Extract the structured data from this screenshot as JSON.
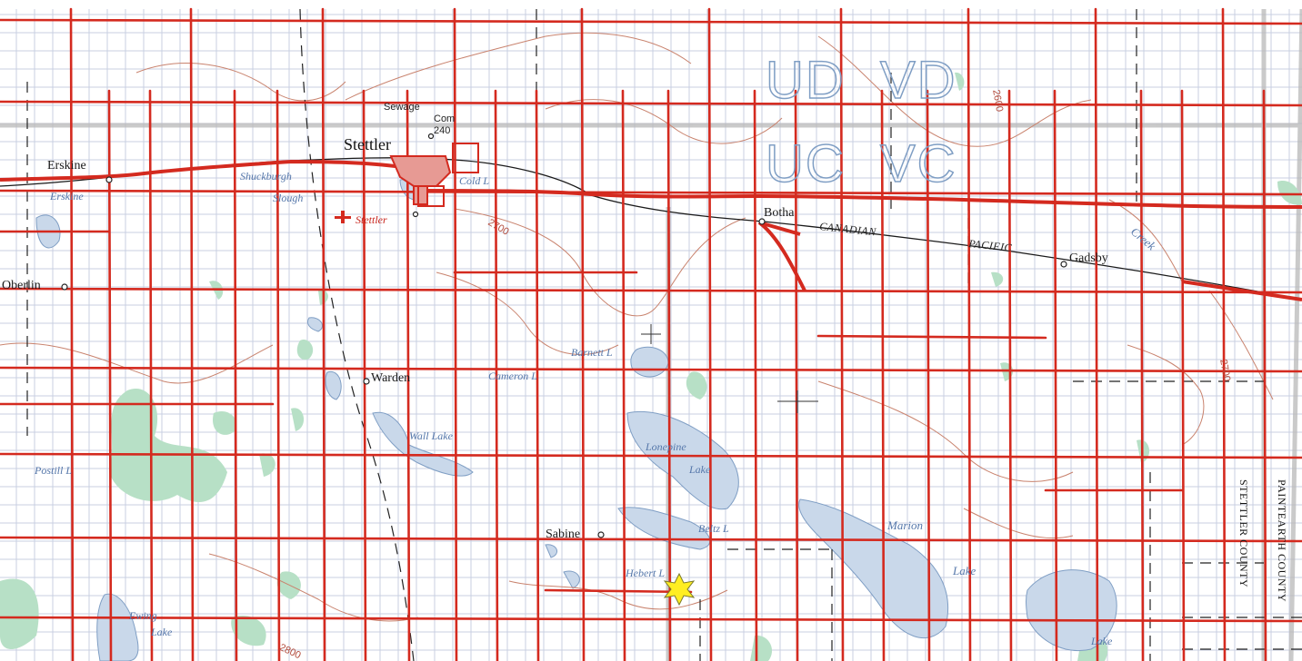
{
  "towns": {
    "erskine": "Erskine",
    "stettler": "Stettler",
    "botha": "Botha",
    "gadsby": "Gadsby",
    "oberlin": "Oberlin",
    "warden": "Warden",
    "sabine": "Sabine"
  },
  "labels": {
    "sewage": "Sewage",
    "com": "Com",
    "com_elev": "240",
    "airport": "Stettler",
    "railway_1": "CANADIAN",
    "railway_2": "PACIFIC"
  },
  "water": {
    "erskine_l": "Erskine",
    "shuckburgh": "Shuckburgh",
    "slough": "Slough",
    "cold_l": "Cold L",
    "barnett_l": "Barnett L",
    "cameron_l": "Cameron L",
    "wall_lake": "Wall Lake",
    "lonepine": "Lonepine",
    "lonepine_lake": "Lake",
    "postill_l": "Postill L",
    "beltz_l": "Beltz L",
    "hebert_l": "Hebert L",
    "marion": "Marion",
    "marion_lake": "Lake",
    "ewing": "Ewing",
    "ewing_lake": "Lake",
    "creek": "Creek",
    "lake_se": "Lake"
  },
  "contours": {
    "c2700a": "2700",
    "c2700b": "2700",
    "c2600": "2600",
    "c2800": "2800"
  },
  "grid_zones": {
    "ud": "UD",
    "vd": "VD",
    "uc": "UC",
    "vc": "VC"
  },
  "county": {
    "paintearth": "PAINTEARTH COUNTY",
    "stettler": "STETTLER COUNTY"
  },
  "colors": {
    "road": "#d42a1f",
    "water": "#c9d8ea",
    "water_line": "#7f9ec4",
    "vegetation": "#b7e0c6",
    "contour": "#c9836e",
    "grid": "#c7cde0",
    "marker": "#ffee22"
  },
  "icons": {
    "airport": "airport-icon",
    "marker": "star-marker-icon",
    "town": "town-circle-icon"
  }
}
